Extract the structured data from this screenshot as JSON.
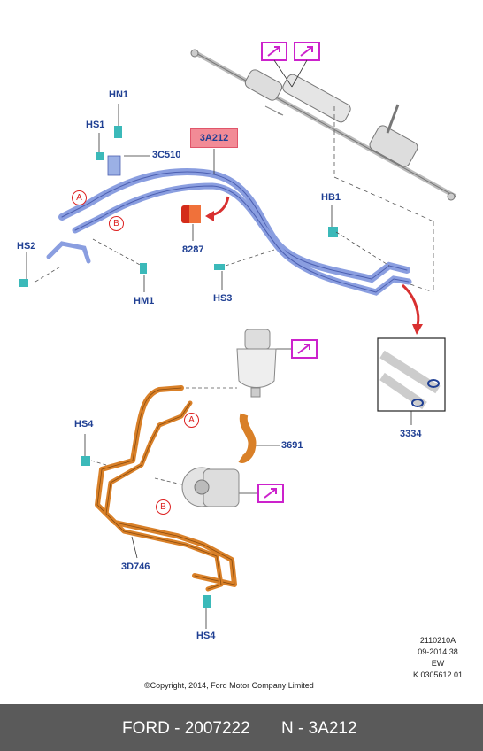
{
  "callouts": {
    "hn1": "HN1",
    "hs1": "HS1",
    "c3c510": "3C510",
    "a3a212": "3A212",
    "hb1": "HB1",
    "hs2": "HS2",
    "p8287": "8287",
    "hm1": "HM1",
    "hs3": "HS3",
    "p3334": "3334",
    "hs4_top": "HS4",
    "p3691": "3691",
    "d3d746": "3D746",
    "hs4_bottom": "HS4"
  },
  "markers": {
    "a": "A",
    "b": "B"
  },
  "meta": {
    "line1": "2110210A",
    "line2": "09-2014 38",
    "line3": "EW",
    "line4": "K 0305612 01"
  },
  "copyright": "©Copyright, 2014, Ford Motor Company Limited",
  "footer": {
    "left": "FORD - 2007222",
    "right": "N - 3A212"
  },
  "colors": {
    "label": "#1f3f93",
    "highlight_fill": "#f28b96",
    "marker": "#dd2222",
    "link_icon": "#cc22cc",
    "fastener": "#3bb9b9",
    "pressure_line": "#8a9ee0",
    "return_hose": "#d98028",
    "footer_bg": "#5a5a5a"
  },
  "icons": [
    "link-icon",
    "bolt-icon",
    "clip-icon",
    "arrow-icon"
  ]
}
